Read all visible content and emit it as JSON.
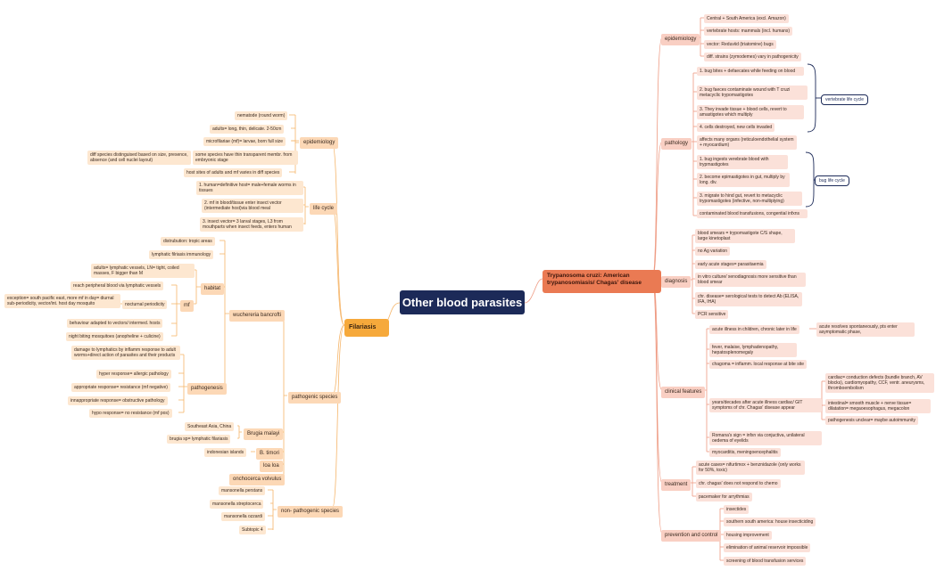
{
  "root": "Other blood parasites",
  "filariasis": {
    "title": "Filariasis",
    "epidemiology": {
      "label": "epidemiology",
      "items": [
        "nematode (round worm)",
        "adults= long, thin, delicate. 2-50cm",
        "microfilariae (mf)= larvae, born full size",
        "diff species distinguised based on size, presence, absence (and cell nuclei layout)",
        "some species have thin transparent membr. from embryonic stage",
        "host sites of adults and mf varies in diff species"
      ]
    },
    "life_cycle": {
      "label": "life cycle",
      "items": [
        "1. human=definitive host= male+female worms in tissues",
        "2. mf in blood/tissue enter insect vector (intermediate host)via blood meal",
        "3. insect vector= 3 larval stages, L3 from mouthparts when insect feeds, enters human"
      ]
    },
    "pathogenic": {
      "label": "pathogenic species",
      "wuchereria": {
        "label": "wuchereria bancrofti",
        "distribution": "distrubution: tropic areas",
        "immunology": "lymphatic filriasis immunology",
        "habitat": {
          "label": "habitat",
          "adults": "adults= lymphatic vessels, LN= tight, coiled masses, F bigger than M",
          "mf": {
            "label": "mf",
            "reach": "reach peripheral blood via lymphatic vessels",
            "nocturnal": {
              "label": "nocturnal periodicity",
              "exception": "exception= south pacific east, more mf in day= diurnal sub-periodicity, vector/int. host day mosquito"
            },
            "behaviour": "behaviour adapted to vectors/ intermed. hosts",
            "night": "night biting mosquitoes (anopheline + culicine)"
          }
        },
        "pathogenesis": {
          "label": "pathogenesis",
          "items": [
            "damage to lymphatics by inflamm response to adult worms+direct action of parasites and their products",
            "hyper response= allergic pathology",
            "appropriate response= resistance (mf negative)",
            "innappropriate response= obstructive pathology",
            "hypo response= no resistance (mf pos)"
          ]
        }
      },
      "brugia_malayi": {
        "label": "Brugia malayi",
        "items": [
          "Southeast Asia, China",
          "brugia sp= lymphatic filariasis"
        ]
      },
      "b_timori": {
        "label": "B. timori",
        "item": "indonesian islands"
      },
      "loa": "loa loa",
      "onchocerca": "onchocerca volvulus"
    },
    "non_pathogenic": {
      "label": "non- pathogenic species",
      "items": [
        "mansonella perstans",
        "mansonella streptocerca",
        "mansonella ozzardi",
        "Subtopic 4"
      ]
    }
  },
  "chagas": {
    "title": "Trypanosoma cruzi: American trypanosomiasis/ Chagas' disease",
    "epidemiology": {
      "label": "epidemiology",
      "items": [
        "Central + South America (excl. Amazon)",
        "vertebrate hosts: mammals (incl. humans)",
        "vector: Reduviid (triatomine) bugs",
        "diff. strains (zymodemes) vary in pathogenicity"
      ]
    },
    "pathology": {
      "label": "pathology",
      "vertebrate": [
        "1. bug bites + defaecates while feeding on blood",
        "2. bug faeces contaminate wound with T cruzi metacyclic trypomastigotes",
        "3. They invade tissue + blood cells, revert to amastigotes which multiply",
        "4. cells destroyed, new cells invaded"
      ],
      "vertebrate_label": "vertebrate life cycle",
      "affects": "affects many organs (reticuloendothelial system + myocardium)",
      "bug": [
        "1. bug ingests verebrate blood with trypmastigotes",
        "2. become epimastigotes in gut, multiply by long. div.",
        "3. migrate to hind gut, revert to metacyclic trypomastigotes (infective, non-multiplying)"
      ],
      "bug_label": "bug life cycle",
      "contaminated": "contaminated blood transfusions, congential infxns"
    },
    "diagnosis": {
      "label": "diagnosis",
      "items": [
        "blood smears = trypomastigote C/S shape, large kinetoplast",
        "no Ag variation",
        "early acute stages= parasitaemia",
        "in vitro culture/ xenodiagnosis more sensitive than blood smear",
        "chr. disease= serological tests to detect Ab (ELISA, IFA, IHA)",
        "PCR sensitive"
      ]
    },
    "clinical": {
      "label": "clinical features",
      "acute": "acute illness in children, chronic later in life",
      "acute_resolves": "acute resolves spontaneously, pts enter asymptomatic phase,",
      "fever": "fever, malaise, lymphadenopathy, hepatosplenomegaly",
      "chagoma": "chagoma = inflamm. local response at bite site",
      "years": "years/decades after acute illness cardiac/ GIT symptoms of chr. Chagas' disease appear",
      "cardiac": "cardiac= conduction defects (bundle branch, AV blocks), cardiomyopathy, CCF, ventr. aneurysms, thromboembolism",
      "intestinal": "intestinal= smooth muscle + nerve tissue= dilatation= megaoesophagus, megacolon",
      "pathogenesis": "pathogenesis unclear= maybe autoimmunity",
      "romana": "Romana's sign = infxn via conjuctiva, unilateral oedema of eyelids",
      "myocarditis": "myocarditis, meningoencephalitis"
    },
    "treatment": {
      "label": "treatment",
      "items": [
        "acute cases= nifurtimox + benznidazole (only works for 50%, toxic)",
        "chr. chagas' does not respond to chemo",
        "pacemaker for arrythmias"
      ]
    },
    "prevention": {
      "label": "prevention and control",
      "items": [
        "insectides",
        "southern south america: house insecticiding",
        "housing improvement",
        "elimination of animal reservoir impossible",
        "screening of blood transfusion services"
      ]
    }
  }
}
